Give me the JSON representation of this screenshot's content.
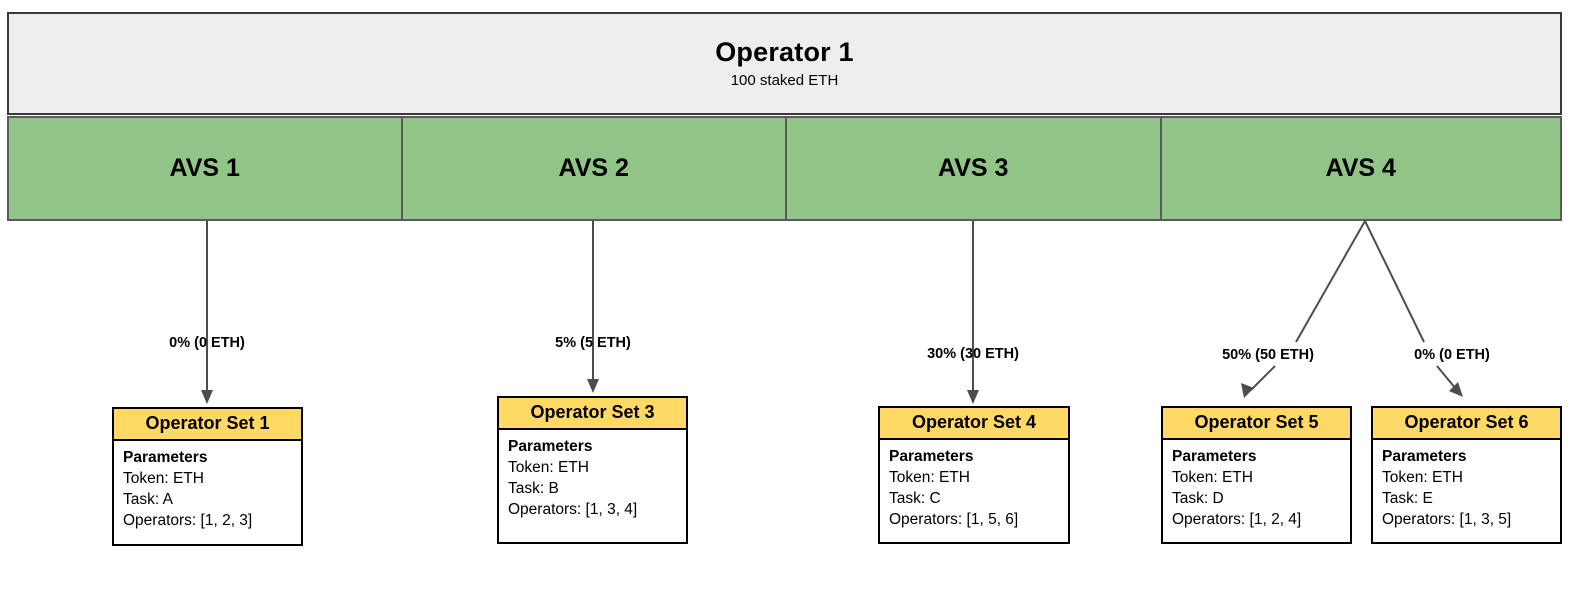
{
  "diagram": {
    "title": "Operator restaking allocation diagram",
    "colors": {
      "operator_bar_fill": "#eeeeee",
      "avs_fill": "#90c587",
      "opset_header_fill": "#ffd966",
      "border": "#000000",
      "edge": "#4d4d4d"
    }
  },
  "operator": {
    "name": "Operator 1",
    "stake": "100 staked ETH"
  },
  "avs_list": [
    {
      "label": "AVS 1"
    },
    {
      "label": "AVS 2"
    },
    {
      "label": "AVS 3"
    },
    {
      "label": "AVS 4"
    }
  ],
  "allocations": [
    {
      "label": "0% (0 ETH)",
      "percent": 0,
      "eth": 0,
      "from": "AVS 1",
      "to": "Operator Set 1"
    },
    {
      "label": "5% (5 ETH)",
      "percent": 5,
      "eth": 5,
      "from": "AVS 2",
      "to": "Operator Set 3"
    },
    {
      "label": "30% (30 ETH)",
      "percent": 30,
      "eth": 30,
      "from": "AVS 3",
      "to": "Operator Set 4"
    },
    {
      "label": "50% (50 ETH)",
      "percent": 50,
      "eth": 50,
      "from": "AVS 4",
      "to": "Operator Set 5"
    },
    {
      "label": "0% (0 ETH)",
      "percent": 0,
      "eth": 0,
      "from": "AVS 4",
      "to": "Operator Set 6"
    }
  ],
  "operator_sets": [
    {
      "title": "Operator Set 1",
      "params_label": "Parameters",
      "token": "Token: ETH",
      "task": "Task: A",
      "operators": "Operators: [1, 2, 3]"
    },
    {
      "title": "Operator Set 3",
      "params_label": "Parameters",
      "token": "Token: ETH",
      "task": "Task: B",
      "operators": "Operators: [1, 3, 4]"
    },
    {
      "title": "Operator Set 4",
      "params_label": "Parameters",
      "token": "Token: ETH",
      "task": "Task: C",
      "operators": "Operators: [1, 5, 6]"
    },
    {
      "title": "Operator Set 5",
      "params_label": "Parameters",
      "token": "Token: ETH",
      "task": "Task: D",
      "operators": "Operators: [1, 2, 4]"
    },
    {
      "title": "Operator Set 6",
      "params_label": "Parameters",
      "token": "Token: ETH",
      "task": "Task: E",
      "operators": "Operators: [1, 3, 5]"
    }
  ]
}
